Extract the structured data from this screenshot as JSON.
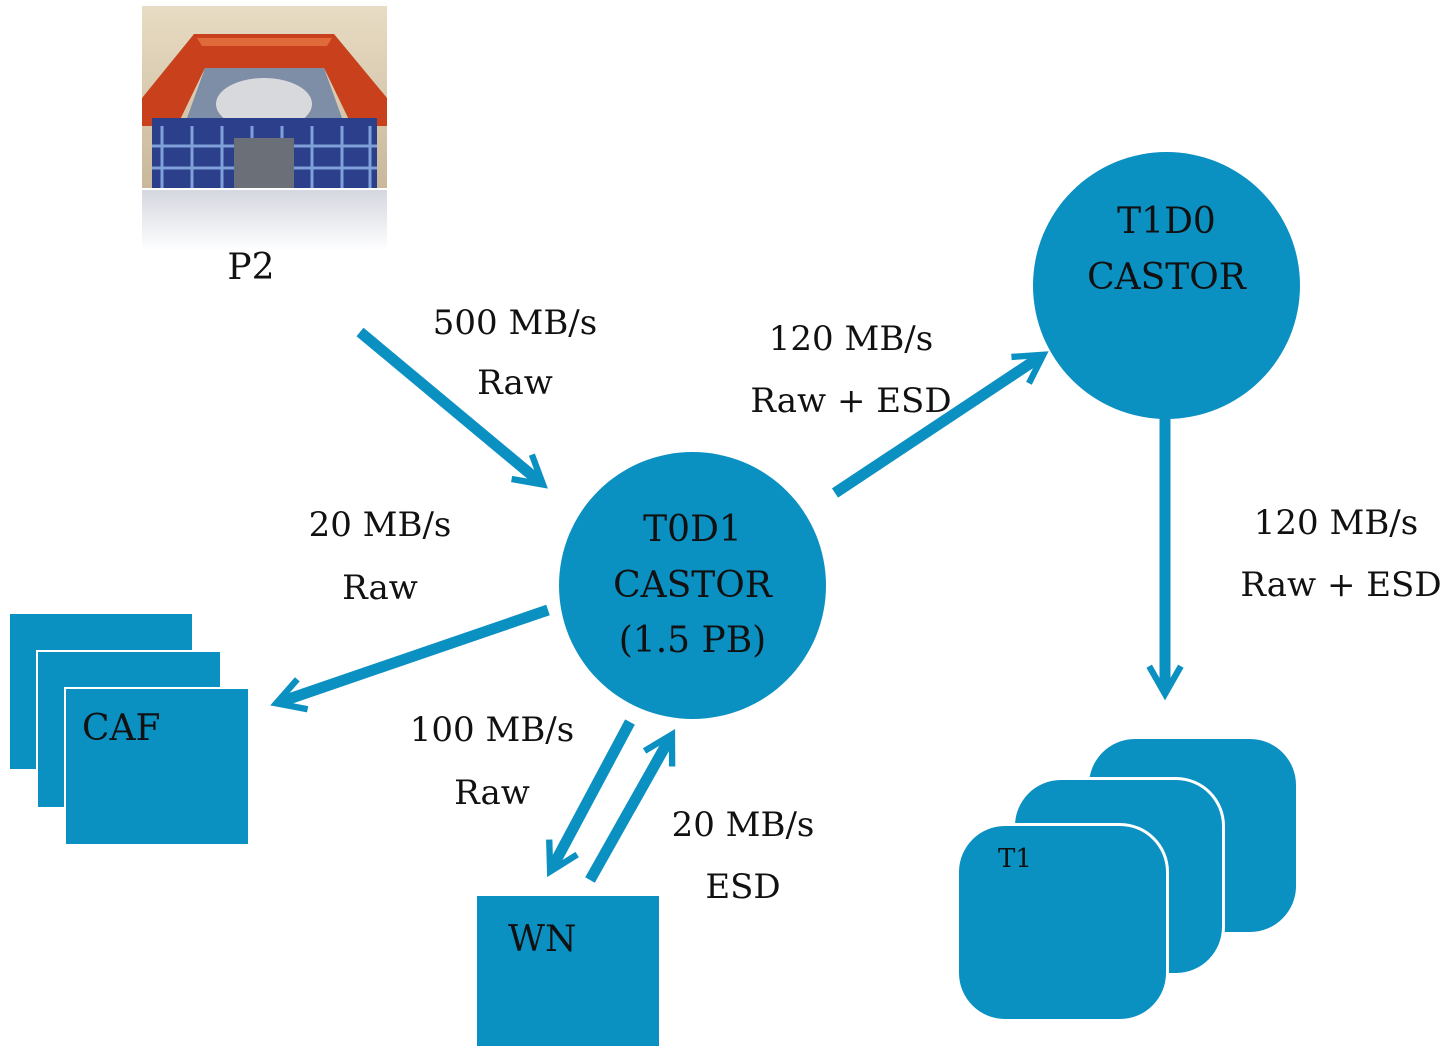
{
  "colors": {
    "node": "#0b90c2",
    "arrow": "#0b90c2",
    "text": "#111111"
  },
  "nodes": {
    "p2": {
      "label": "P2",
      "image": "detector-photo"
    },
    "t0d1": {
      "line1": "T0D1",
      "line2": "CASTOR",
      "line3": "(1.5 PB)"
    },
    "t1d0": {
      "line1": "T1D0",
      "line2": "CASTOR"
    },
    "caf": {
      "label": "CAF"
    },
    "wn": {
      "label": "WN"
    },
    "t1": {
      "label": "T1"
    }
  },
  "flows": {
    "p2_to_t0d1": {
      "rate": "500 MB/s",
      "type": "Raw"
    },
    "t0d1_to_t1d0": {
      "rate": "120 MB/s",
      "type": "Raw + ESD"
    },
    "t0d1_to_caf": {
      "rate": "20 MB/s",
      "type": "Raw"
    },
    "t0d1_to_wn": {
      "rate": "100 MB/s",
      "type": "Raw"
    },
    "wn_to_t0d1": {
      "rate": "20 MB/s",
      "type": "ESD"
    },
    "t1d0_to_t1": {
      "rate": "120 MB/s",
      "type": "Raw + ESD"
    }
  }
}
